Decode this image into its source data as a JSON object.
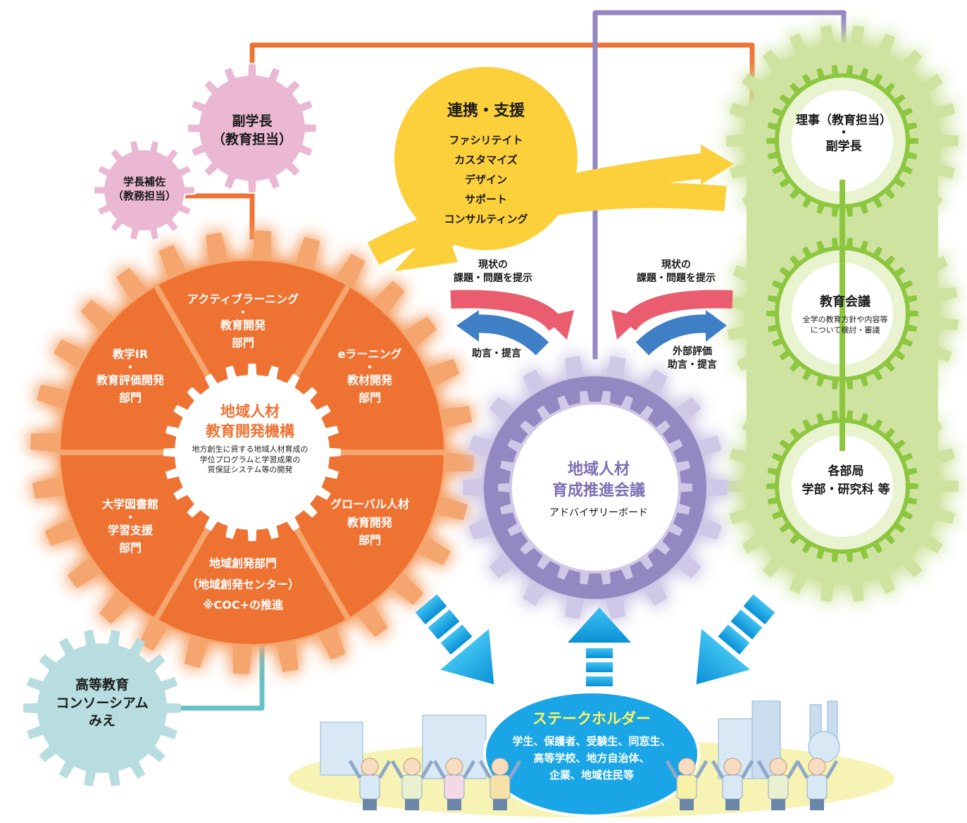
{
  "colors": {
    "orange": "#ee7333",
    "orange_light": "#f5a56e",
    "purple": "#9488c2",
    "purple_dark": "#7d6fb4",
    "green": "#8dc63f",
    "green_light": "#cfe3a0",
    "yellow": "#fcd03a",
    "pink": "#eab8d3",
    "teal": "#b8dde0",
    "red_arrow": "#e95d6e",
    "blue_arrow": "#3f7fc6",
    "cyan": "#1aa6e6"
  },
  "vice_president": {
    "line1": "副学長",
    "line2": "（教育担当）"
  },
  "president_assistant": {
    "line1": "学長補佐",
    "line2": "（教務担当）"
  },
  "cooperation": {
    "title": "連携・支援",
    "items": [
      "ファシリテイト",
      "カスタマイズ",
      "デザイン",
      "サポート",
      "コンサルティング"
    ]
  },
  "left_feedback": {
    "issue_line1": "現状の",
    "issue_line2": "課題・問題を提示",
    "advice": "助言・提言"
  },
  "right_feedback": {
    "issue_line1": "現状の",
    "issue_line2": "課題・問題を提示",
    "advice_line1": "外部評価",
    "advice_line2": "助言・提言"
  },
  "organization": {
    "title_line1": "地域人材",
    "title_line2": "教育開発機構",
    "desc_line1": "地方創生に資する地域人材育成の",
    "desc_line2": "学位プログラムと学習成果の",
    "desc_line3": "質保証システム等の開発",
    "segments": [
      {
        "line1": "アクティブラーニング",
        "line2": "・",
        "line3": "教育開発",
        "line4": "部門"
      },
      {
        "line1": "eラーニング",
        "line2": "・",
        "line3": "教材開発",
        "line4": "部門"
      },
      {
        "line1": "グローバル人材",
        "line2": "教育開発",
        "line3": "部門"
      },
      {
        "line1": "地域創発部門",
        "line2": "（地域創発センター）",
        "line3": "※COC+の推進"
      },
      {
        "line1": "大学図書館",
        "line2": "・",
        "line3": "学習支援",
        "line4": "部門"
      },
      {
        "line1": "教学IR",
        "line2": "・",
        "line3": "教育評価開発",
        "line4": "部門"
      }
    ]
  },
  "council": {
    "title_line1": "地域人材",
    "title_line2": "育成推進会議",
    "subtitle": "アドバイザリーボード"
  },
  "university": {
    "board": {
      "line1": "理事（教育担当）",
      "line2": "・",
      "line3": "副学長"
    },
    "education_council": {
      "title": "教育会議",
      "desc_line1": "全学の教育方針や内容等",
      "desc_line2": "について検討・審議"
    },
    "departments": {
      "line1": "各部局",
      "line2": "学部・研究科 等"
    }
  },
  "consortium": {
    "line1": "高等教育",
    "line2": "コンソーシアム",
    "line3": "みえ"
  },
  "stakeholders": {
    "title": "ステークホルダー",
    "line1": "学生、保護者、受験生、同窓生、",
    "line2": "高等学校、地方自治体、",
    "line3": "企業、地域住民等"
  }
}
